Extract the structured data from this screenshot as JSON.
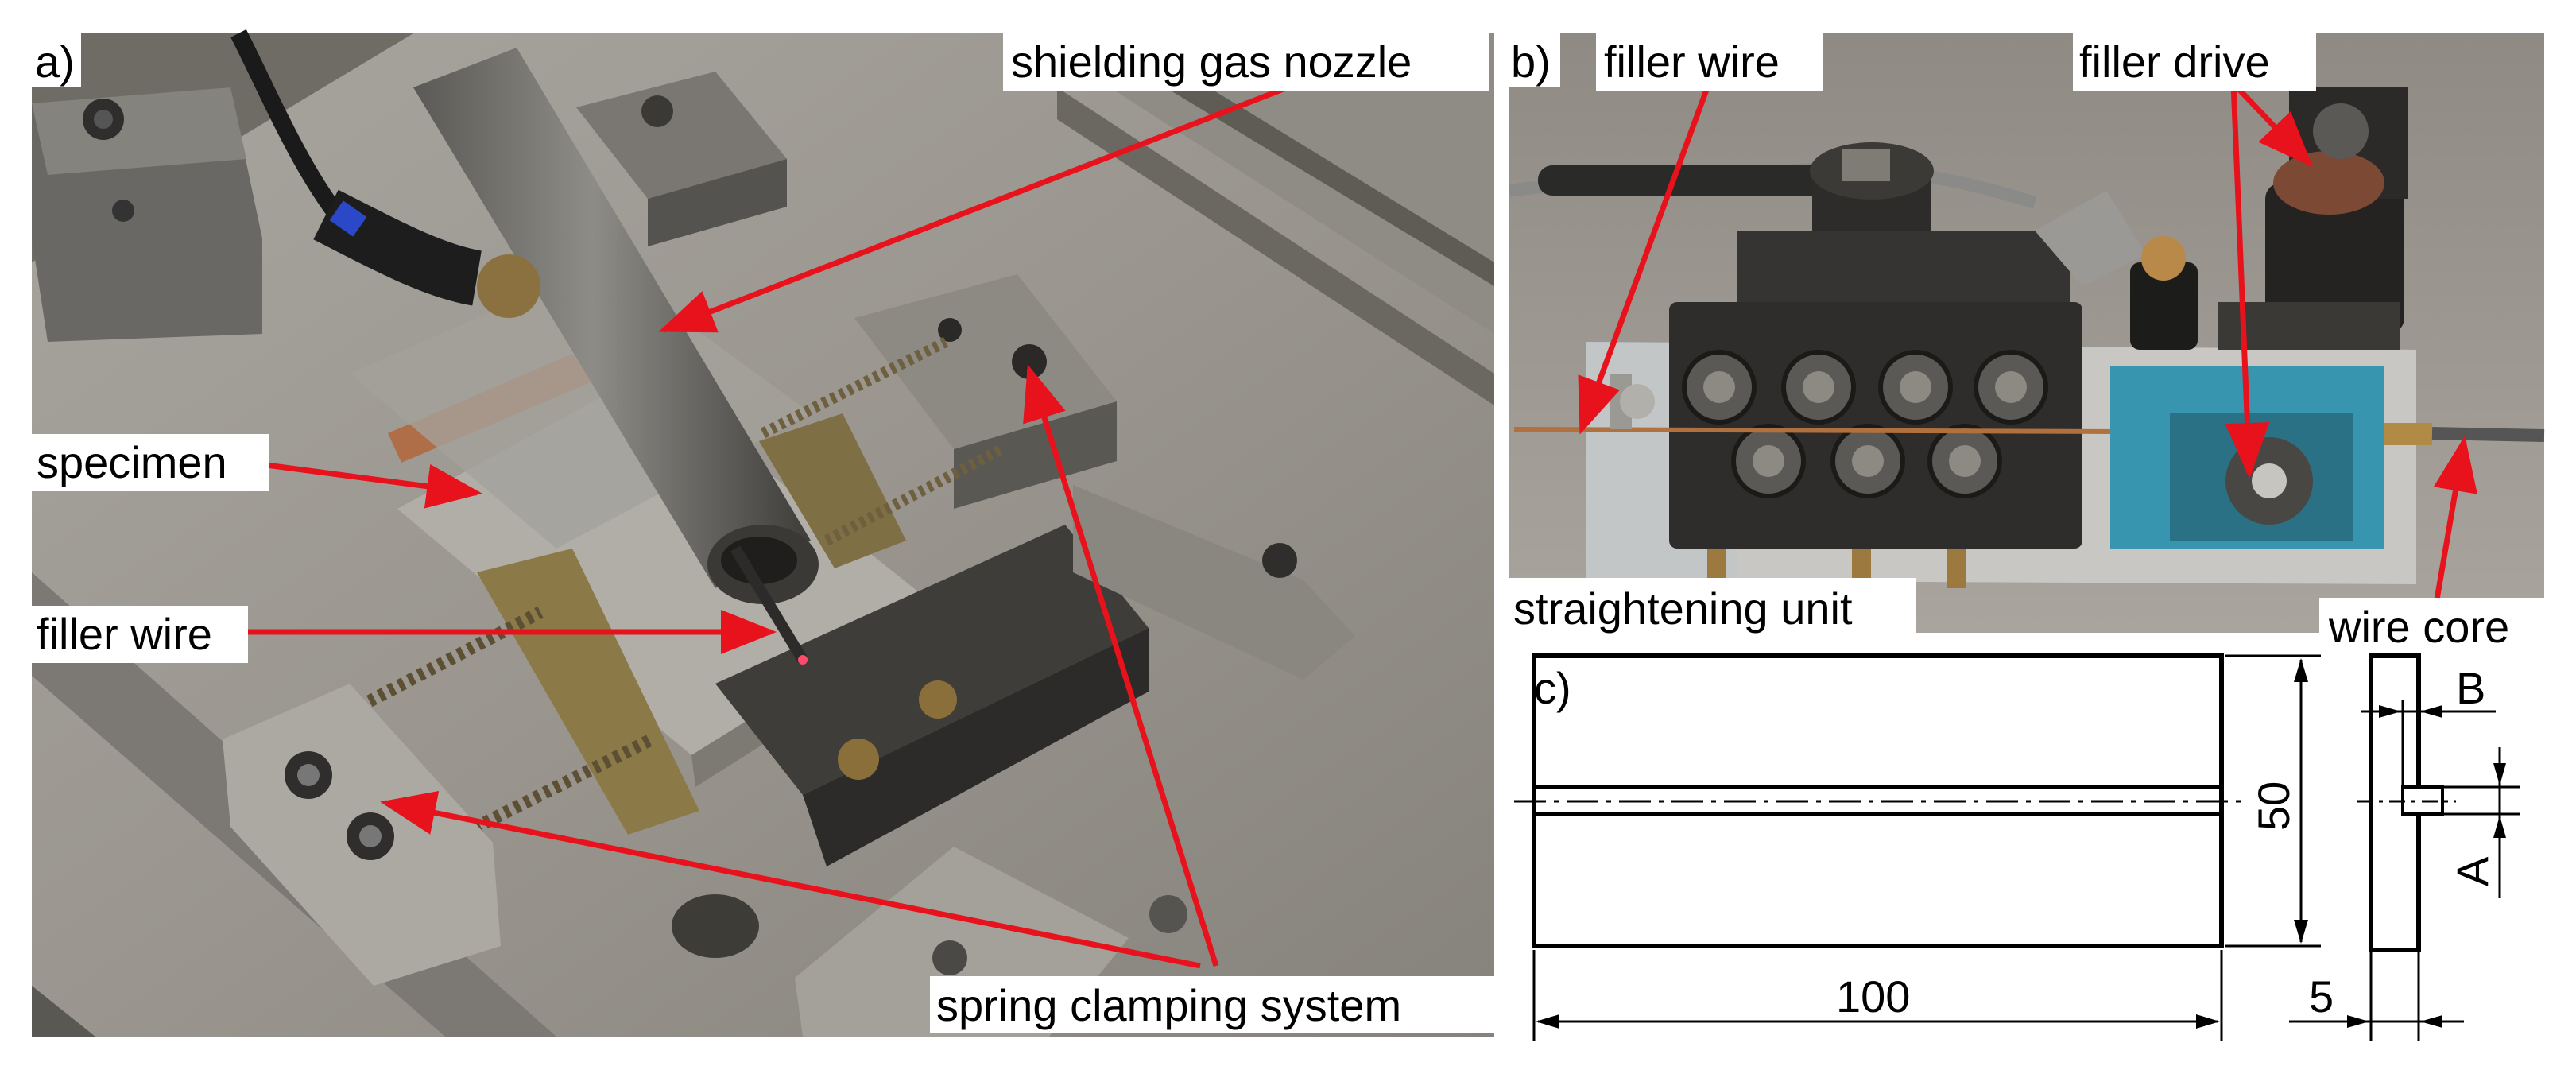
{
  "panels": {
    "a": {
      "tag": "a)",
      "labels": {
        "shielding_gas_nozzle": "shielding gas nozzle",
        "specimen": "specimen",
        "filler_wire": "filler wire",
        "spring_clamping_system": "spring clamping system"
      }
    },
    "b": {
      "tag": "b)",
      "labels": {
        "filler_wire": "filler wire",
        "filler_drive": "filler drive",
        "straightening_unit": "straightening unit",
        "wire_core": "wire core"
      }
    },
    "c": {
      "tag": "c)",
      "dimensions": {
        "length": "100",
        "width": "50",
        "thickness": "5",
        "groove_depth": "B",
        "groove_width": "A"
      }
    }
  },
  "colors": {
    "arrow": "#e8121c",
    "steel_dark": "#4a4a48",
    "steel_mid": "#8a8884",
    "steel_light": "#b9b6b0",
    "brass": "#8a7a4c",
    "copper": "#b07048",
    "teal": "#3a9ab5",
    "label_bg": "#ffffff"
  }
}
